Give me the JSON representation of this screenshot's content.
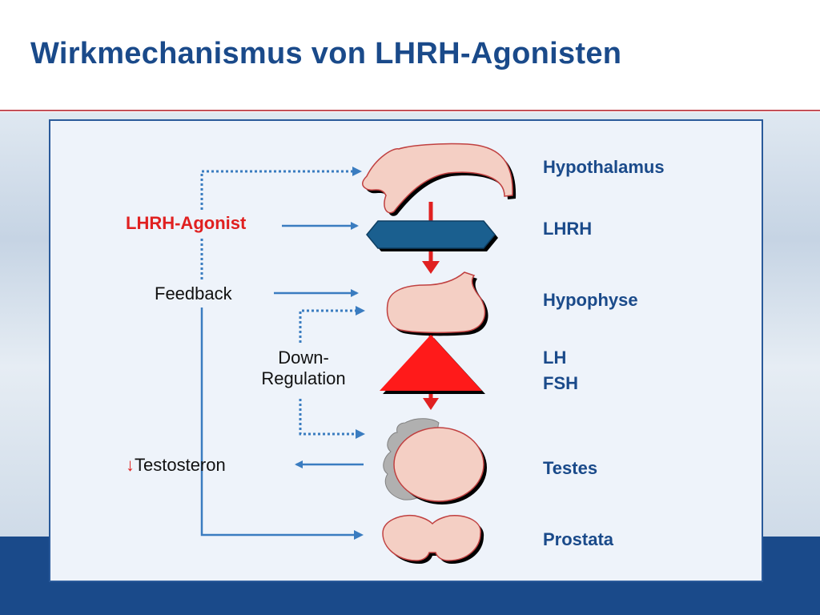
{
  "title": "Wirkmechanismus von LHRH-Agonisten",
  "organs": {
    "hypothalamus": "Hypothalamus",
    "lhrh": "LHRH",
    "hypophyse": "Hypophyse",
    "lh": "LH",
    "fsh": "FSH",
    "testes": "Testes",
    "prostata": "Prostata"
  },
  "left": {
    "agonist": "LHRH-Agonist",
    "feedback": "Feedback",
    "down_line1": "Down-",
    "down_line2": "Regulation",
    "testosteron_arrow": "↓",
    "testosteron": "Testosteron"
  },
  "colors": {
    "title": "#1a4a8a",
    "accent_red": "#e02020",
    "organ_fill": "#f4cfc4",
    "lhrh_bar": "#1a5f8f",
    "connector": "#3a7cc0",
    "panel_bg": "#eef3fa"
  }
}
